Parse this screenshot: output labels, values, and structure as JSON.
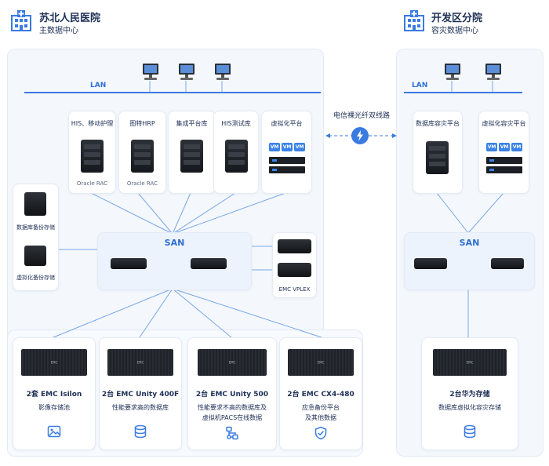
{
  "main_site": {
    "name": "苏北人民医院",
    "subtitle": "主数据中心"
  },
  "dr_site": {
    "name": "开发区分院",
    "subtitle": "容灾数据中心"
  },
  "link_label": "电信裸光纤双线路",
  "lan_label": "LAN",
  "san_label": "SAN",
  "main_servers": [
    {
      "title": "HIS、移动护理",
      "caption": "Oracle RAC"
    },
    {
      "title": "图特HRP",
      "caption": "Oracle RAC"
    },
    {
      "title": "集成平台库",
      "caption": ""
    },
    {
      "title": "HIS测试库",
      "caption": ""
    },
    {
      "title": "虚拟化平台",
      "caption": ""
    }
  ],
  "vm_label": "VM",
  "backup": [
    {
      "label": "数据库备份存储"
    },
    {
      "label": "虚拟化备份存储"
    }
  ],
  "vplex_label": "EMC VPLEX",
  "storage": [
    {
      "title": "2套 EMC Isilon",
      "desc": [
        "影像存储池"
      ],
      "icon": "image-icon"
    },
    {
      "title": "2台 EMC Unity 400F",
      "desc": [
        "性能要求高的数据库"
      ],
      "icon": "database-icon"
    },
    {
      "title": "2台 EMC Unity 500",
      "desc": [
        "性能要求不高的数据库及",
        "虚拟机PACS在线数据"
      ],
      "icon": "network-icon"
    },
    {
      "title": "2台 EMC CX4-480",
      "desc": [
        "应急备份平台",
        "及其他数据"
      ],
      "icon": "shield-icon"
    }
  ],
  "dr_servers": [
    {
      "title": "数据库容灾平台"
    },
    {
      "title": "虚拟化容灾平台"
    }
  ],
  "dr_storage": {
    "title": "2台华为存储",
    "desc": "数据库虚拟化容灾存储",
    "icon": "database-icon"
  },
  "rack_brand": "EMC",
  "colors": {
    "accent": "#2f6fd0",
    "icon": "#3a7be0",
    "panel": "#f4f8fd"
  }
}
